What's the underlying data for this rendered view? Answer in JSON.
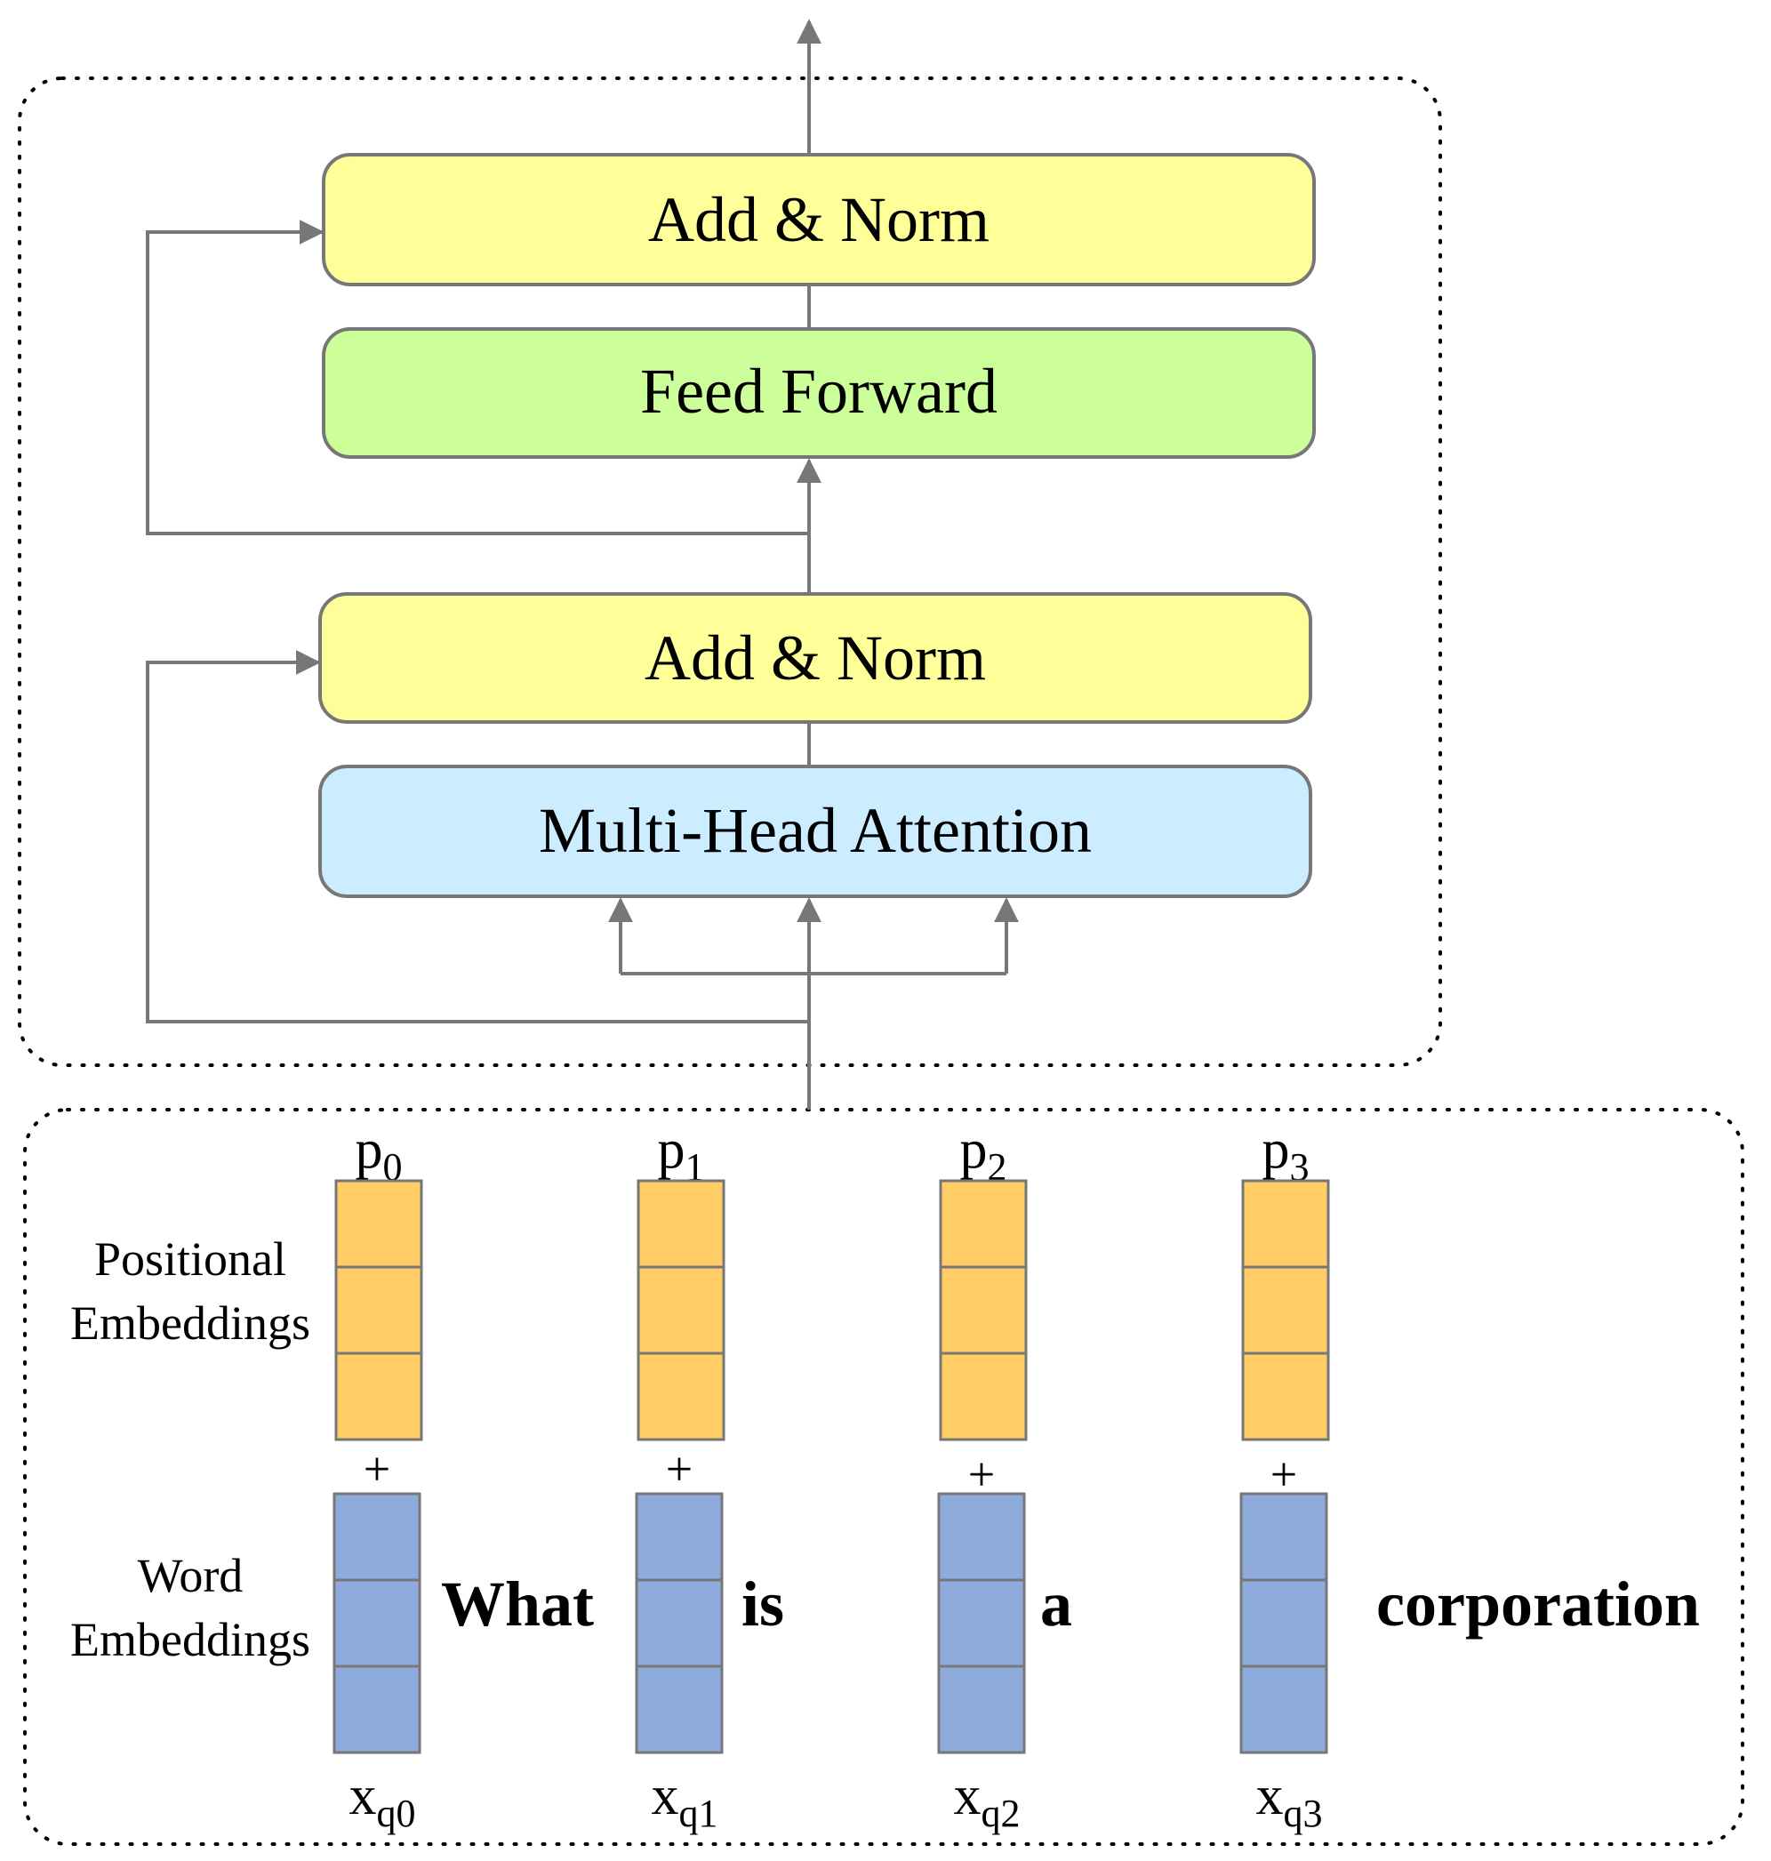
{
  "encoder": {
    "add_norm_top": "Add & Norm",
    "feed_forward": "Feed Forward",
    "add_norm_bottom": "Add & Norm",
    "attention": "Multi-Head Attention"
  },
  "embeddings": {
    "positional_label_line1": "Positional",
    "positional_label_line2": "Embeddings",
    "word_label_line1": "Word",
    "word_label_line2": "Embeddings",
    "plus": "+",
    "positions": [
      {
        "base": "p",
        "sub": "0"
      },
      {
        "base": "p",
        "sub": "1"
      },
      {
        "base": "p",
        "sub": "2"
      },
      {
        "base": "p",
        "sub": "3"
      }
    ],
    "tokens": [
      {
        "base": "x",
        "sub": "q0"
      },
      {
        "base": "x",
        "sub": "q1"
      },
      {
        "base": "x",
        "sub": "q2"
      },
      {
        "base": "x",
        "sub": "q3"
      }
    ],
    "words": [
      "What",
      "is",
      "a",
      "corporation"
    ]
  },
  "colors": {
    "add_norm": "#FFFF99",
    "feed_forward": "#CCFF99",
    "attention": "#CCECFF",
    "positional": "#FFCC66",
    "word": "#8FAADC",
    "border": "#777777"
  }
}
